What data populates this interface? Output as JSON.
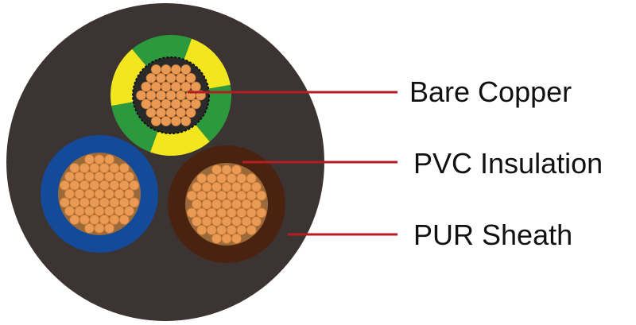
{
  "colors": {
    "background": "#ffffff",
    "sheath": "#3c3433",
    "copper": "#e99a54",
    "copper_edge": "#c97a36",
    "strand_gap": "#9a6a3a",
    "insulation_yellow": "#f2e61f",
    "insulation_green": "#2c9a3c",
    "insulation_blue": "#134a9a",
    "insulation_brown": "#4a2210",
    "leader_line": "#b51d22",
    "label_text": "#111111"
  },
  "labels": {
    "bare_copper": "Bare Copper",
    "pvc_insulation": "PVC Insulation",
    "pur_sheath": "PUR Sheath"
  }
}
